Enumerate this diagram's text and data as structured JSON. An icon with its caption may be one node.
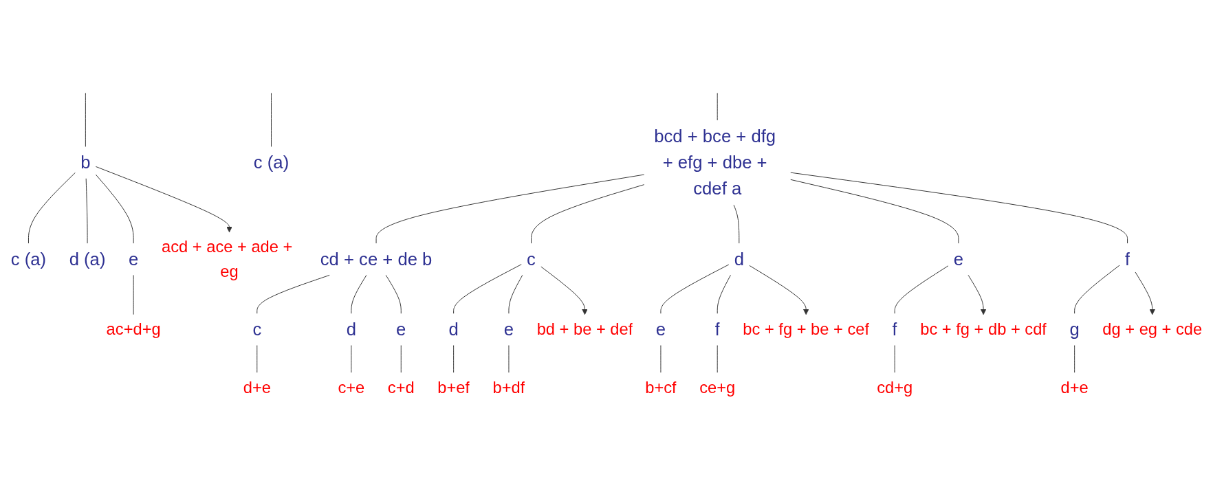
{
  "diagram": {
    "nodes": [
      {
        "text": [
          "a"
        ],
        "beside": [
          "bcd + bce + dfg + efg + dbe + cdef"
        ]
      },
      {
        "text": [
          "c"
        ],
        "beside": [
          "(a)"
        ]
      },
      {
        "text": [
          "b"
        ]
      },
      {
        "text": [
          "c"
        ],
        "beside": [
          "(a)"
        ]
      },
      {
        "text": [
          "d"
        ],
        "beside": [
          "(a)"
        ]
      },
      {
        "text": [
          "e"
        ]
      },
      {
        "text": [
          "ac+d+g"
        ]
      },
      {
        "text": [
          "acd + ace + ade + eg"
        ]
      },
      {
        "text": [
          "b"
        ],
        "beside": [
          "cd + ce + de"
        ]
      },
      {
        "text": [
          "c"
        ]
      },
      {
        "text": [
          "d"
        ]
      },
      {
        "text": [
          "e"
        ]
      },
      {
        "text": [
          "d+e"
        ]
      },
      {
        "text": [
          "c+e"
        ]
      },
      {
        "text": [
          "c+d"
        ]
      },
      {
        "text": [
          "c"
        ]
      },
      {
        "text": [
          "d"
        ]
      },
      {
        "text": [
          "e"
        ]
      },
      {
        "text": [
          "b+ef"
        ]
      },
      {
        "text": [
          "b+df"
        ]
      },
      {
        "text": [
          "bd + be + def"
        ]
      },
      {
        "text": [
          "d"
        ]
      },
      {
        "text": [
          "e"
        ]
      },
      {
        "text": [
          "f"
        ]
      },
      {
        "text": [
          "b+cf"
        ]
      },
      {
        "text": [
          "ce+g"
        ]
      },
      {
        "text": [
          "bc + fg + be + cef"
        ]
      },
      {
        "text": [
          "e"
        ]
      },
      {
        "text": [
          "f"
        ]
      },
      {
        "text": [
          "cd+g"
        ]
      },
      {
        "text": [
          "bc + fg + db + cdf"
        ]
      },
      {
        "text": [
          "f"
        ]
      },
      {
        "text": [
          "g"
        ]
      },
      {
        "text": [
          "d+e"
        ]
      },
      {
        "text": [
          "dg + eg + cde"
        ]
      }
    ],
    "edges": [
      {
        "from": null,
        "to": 0,
        "arrow": "none"
      },
      {
        "from": null,
        "to": 1,
        "arrow": "none"
      },
      {
        "from": null,
        "to": 2,
        "arrow": "none"
      },
      {
        "from": 2,
        "to": 3,
        "arrow": "none"
      },
      {
        "from": 2,
        "to": 4,
        "arrow": "none"
      },
      {
        "from": 2,
        "to": 5,
        "arrow": "none"
      },
      {
        "from": 5,
        "to": 6,
        "arrow": "none"
      },
      {
        "from": 2,
        "to": 7,
        "arrow": "to"
      },
      {
        "from": 0,
        "to": 8,
        "arrow": "none"
      },
      {
        "from": 0,
        "to": 15,
        "arrow": "none"
      },
      {
        "from": 0,
        "to": 21,
        "arrow": "none"
      },
      {
        "from": 0,
        "to": 27,
        "arrow": "none"
      },
      {
        "from": 0,
        "to": 31,
        "arrow": "none"
      },
      {
        "from": 8,
        "to": 9,
        "arrow": "none"
      },
      {
        "from": 8,
        "to": 10,
        "arrow": "none"
      },
      {
        "from": 8,
        "to": 11,
        "arrow": "none"
      },
      {
        "from": 9,
        "to": 12,
        "arrow": "none"
      },
      {
        "from": 10,
        "to": 13,
        "arrow": "none"
      },
      {
        "from": 11,
        "to": 14,
        "arrow": "none"
      },
      {
        "from": 15,
        "to": 16,
        "arrow": "none"
      },
      {
        "from": 15,
        "to": 17,
        "arrow": "none"
      },
      {
        "from": 16,
        "to": 18,
        "arrow": "none"
      },
      {
        "from": 17,
        "to": 19,
        "arrow": "none"
      },
      {
        "from": 15,
        "to": 20,
        "arrow": "to"
      },
      {
        "from": 21,
        "to": 22,
        "arrow": "none"
      },
      {
        "from": 21,
        "to": 23,
        "arrow": "none"
      },
      {
        "from": 22,
        "to": 24,
        "arrow": "none"
      },
      {
        "from": 23,
        "to": 25,
        "arrow": "none"
      },
      {
        "from": 21,
        "to": 26,
        "arrow": "to"
      },
      {
        "from": 27,
        "to": 28,
        "arrow": "none"
      },
      {
        "from": 28,
        "to": 29,
        "arrow": "none"
      },
      {
        "from": 27,
        "to": 30,
        "arrow": "to"
      },
      {
        "from": 31,
        "to": 32,
        "arrow": "none"
      },
      {
        "from": 32,
        "to": 33,
        "arrow": "none"
      },
      {
        "from": 31,
        "to": 34,
        "arrow": "to"
      }
    ]
  }
}
